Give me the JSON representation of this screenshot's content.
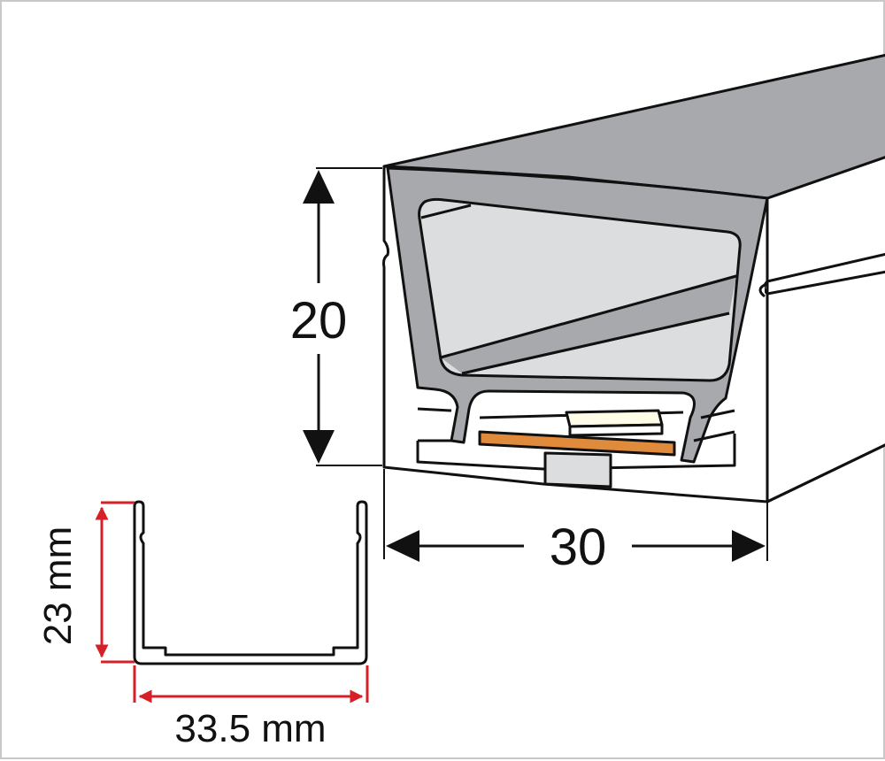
{
  "labels": {
    "neon_height": "20",
    "neon_width": "30",
    "channel_height": "23 mm",
    "channel_width": "33.5 mm"
  },
  "colors": {
    "silicone_body": "#a7a9ac",
    "outline": "#111111",
    "profile_face": "#ffffff",
    "led_chip": "#fffde8",
    "pcb_strip": "#e08a3c",
    "dimension_red": "#d62027"
  }
}
